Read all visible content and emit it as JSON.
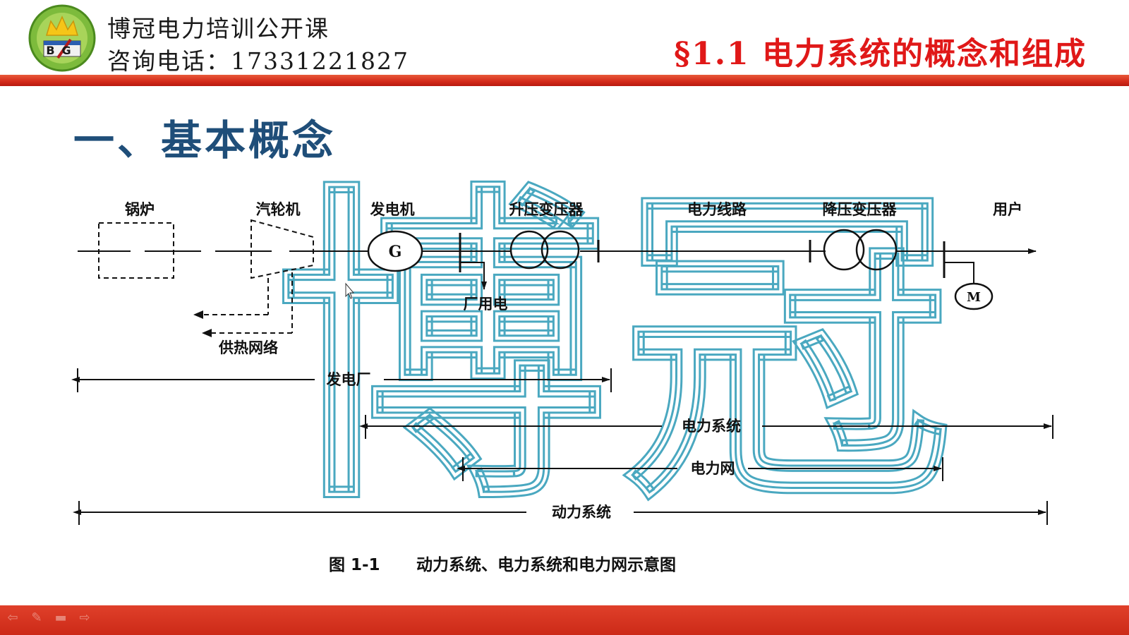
{
  "header": {
    "logo_letters": "BG",
    "brand_name": "博冠电力培训公开课",
    "phone": "咨询电话：17331221827",
    "slide_title": "§1.1  电力系统的概念和组成"
  },
  "section": {
    "heading": "一、基本概念"
  },
  "diagram": {
    "components": [
      "锅炉",
      "汽轮机",
      "发电机",
      "升压变压器",
      "电力线路",
      "降压变压器",
      "用户"
    ],
    "generator_symbol": "G",
    "motor_symbol": "M",
    "station_service": "厂用电",
    "heat_network": "供热网络",
    "spans": [
      {
        "label": "发电厂"
      },
      {
        "label": "电力系统"
      },
      {
        "label": "电力网"
      },
      {
        "label": "动力系统"
      }
    ],
    "caption_number": "图 1-1",
    "caption_text": "动力系统、电力系统和电力网示意图"
  },
  "watermark": {
    "text": "博冠",
    "color": "#4aa8c0"
  },
  "colors": {
    "title_red": "#e01818",
    "heading_blue": "#1f4e79",
    "bar_red": "#d42a1a"
  },
  "footer": {
    "controls": [
      "back-arrow-icon",
      "pen-icon",
      "menu-icon",
      "forward-arrow-icon"
    ]
  }
}
